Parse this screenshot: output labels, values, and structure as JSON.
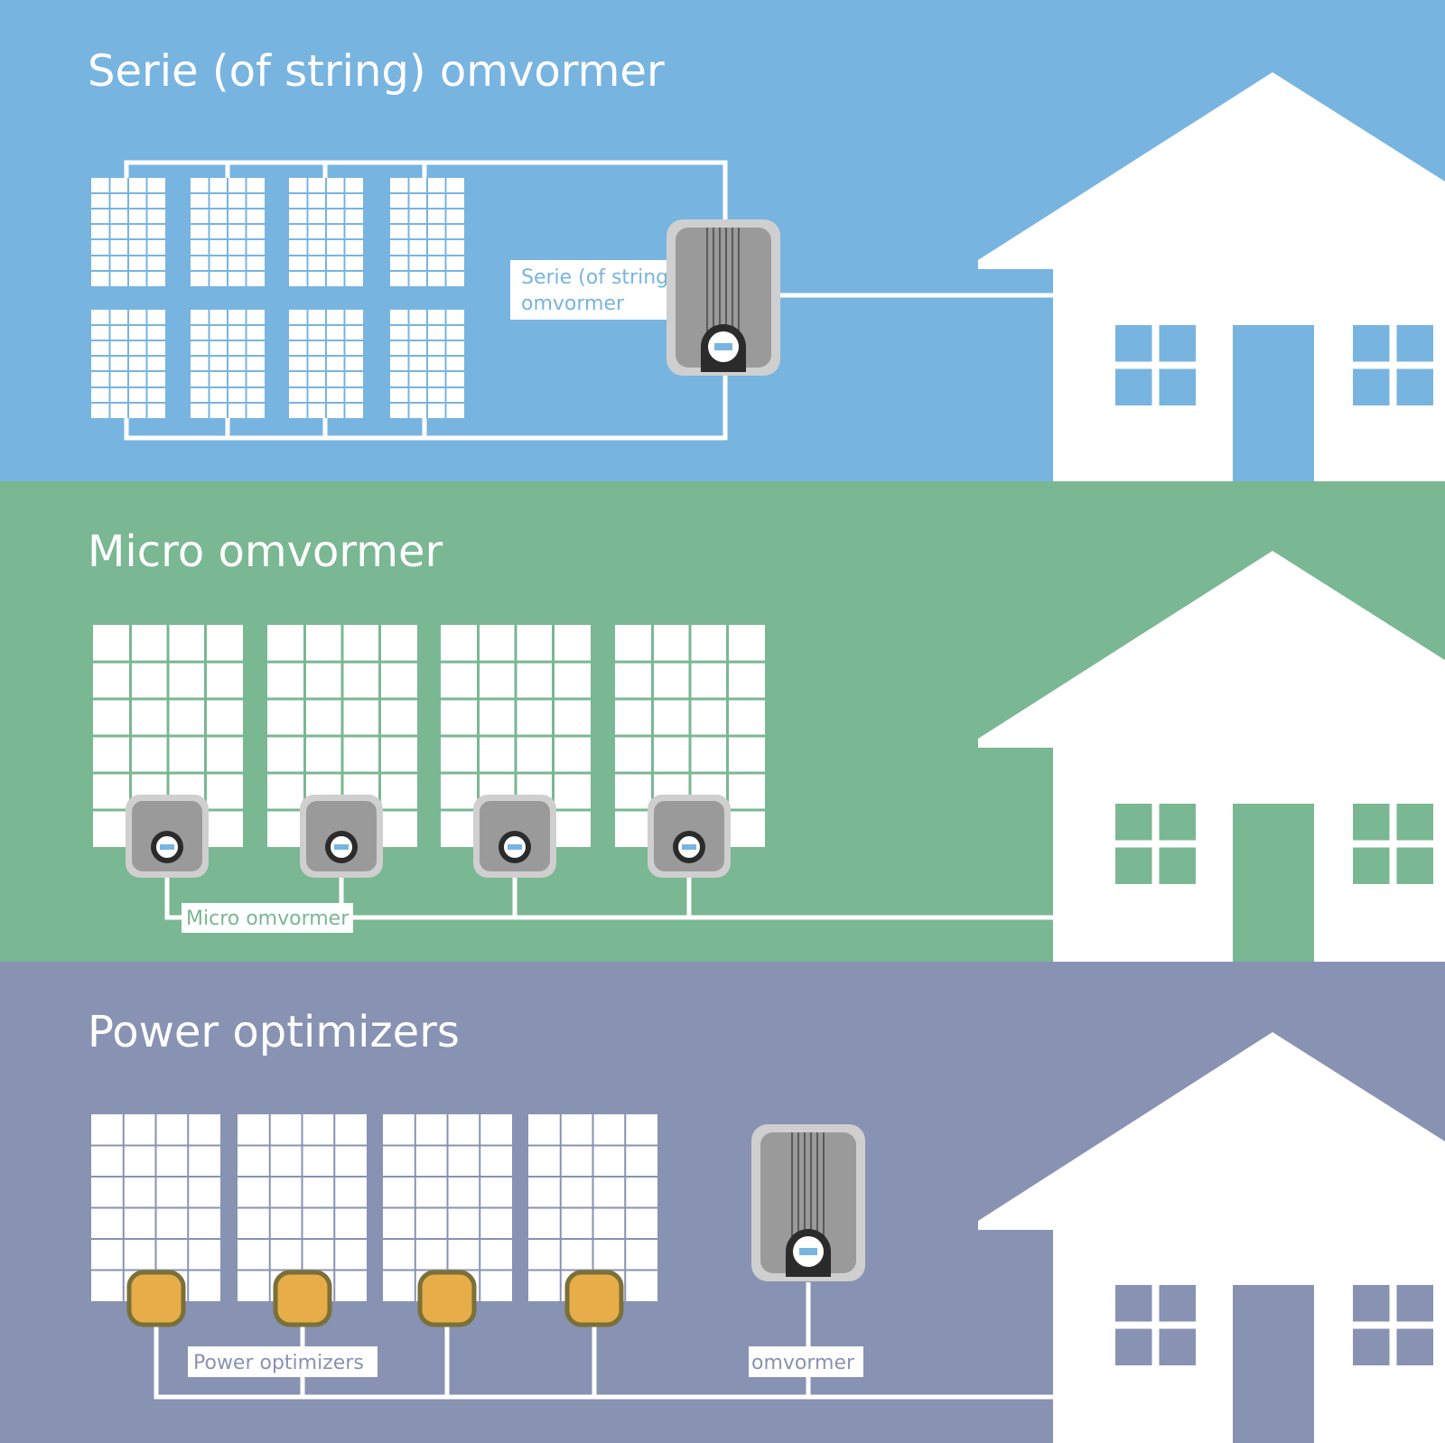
{
  "sections": [
    {
      "title": "Serie (of string) omvormer",
      "label_line1": "Serie (of string)",
      "label_line2": "omvormer",
      "bg": "#78b4e0"
    },
    {
      "title": "Micro omvormer",
      "label": "Micro omvormer",
      "bg": "#7ab793"
    },
    {
      "title": "Power optimizers",
      "label_optimizers": "Power optimizers",
      "label_inverter": "omvormer",
      "bg": "#8892b2"
    }
  ],
  "colors": {
    "inverter_body": "#9a9a9a",
    "inverter_frame": "#cfcfcf",
    "optimizer": "#e7ad49",
    "optimizer_border": "#7a7038",
    "line": "#ffffff"
  },
  "icons": [
    "solar-panel-icon",
    "string-inverter-icon",
    "micro-inverter-icon",
    "power-optimizer-icon",
    "house-icon"
  ]
}
